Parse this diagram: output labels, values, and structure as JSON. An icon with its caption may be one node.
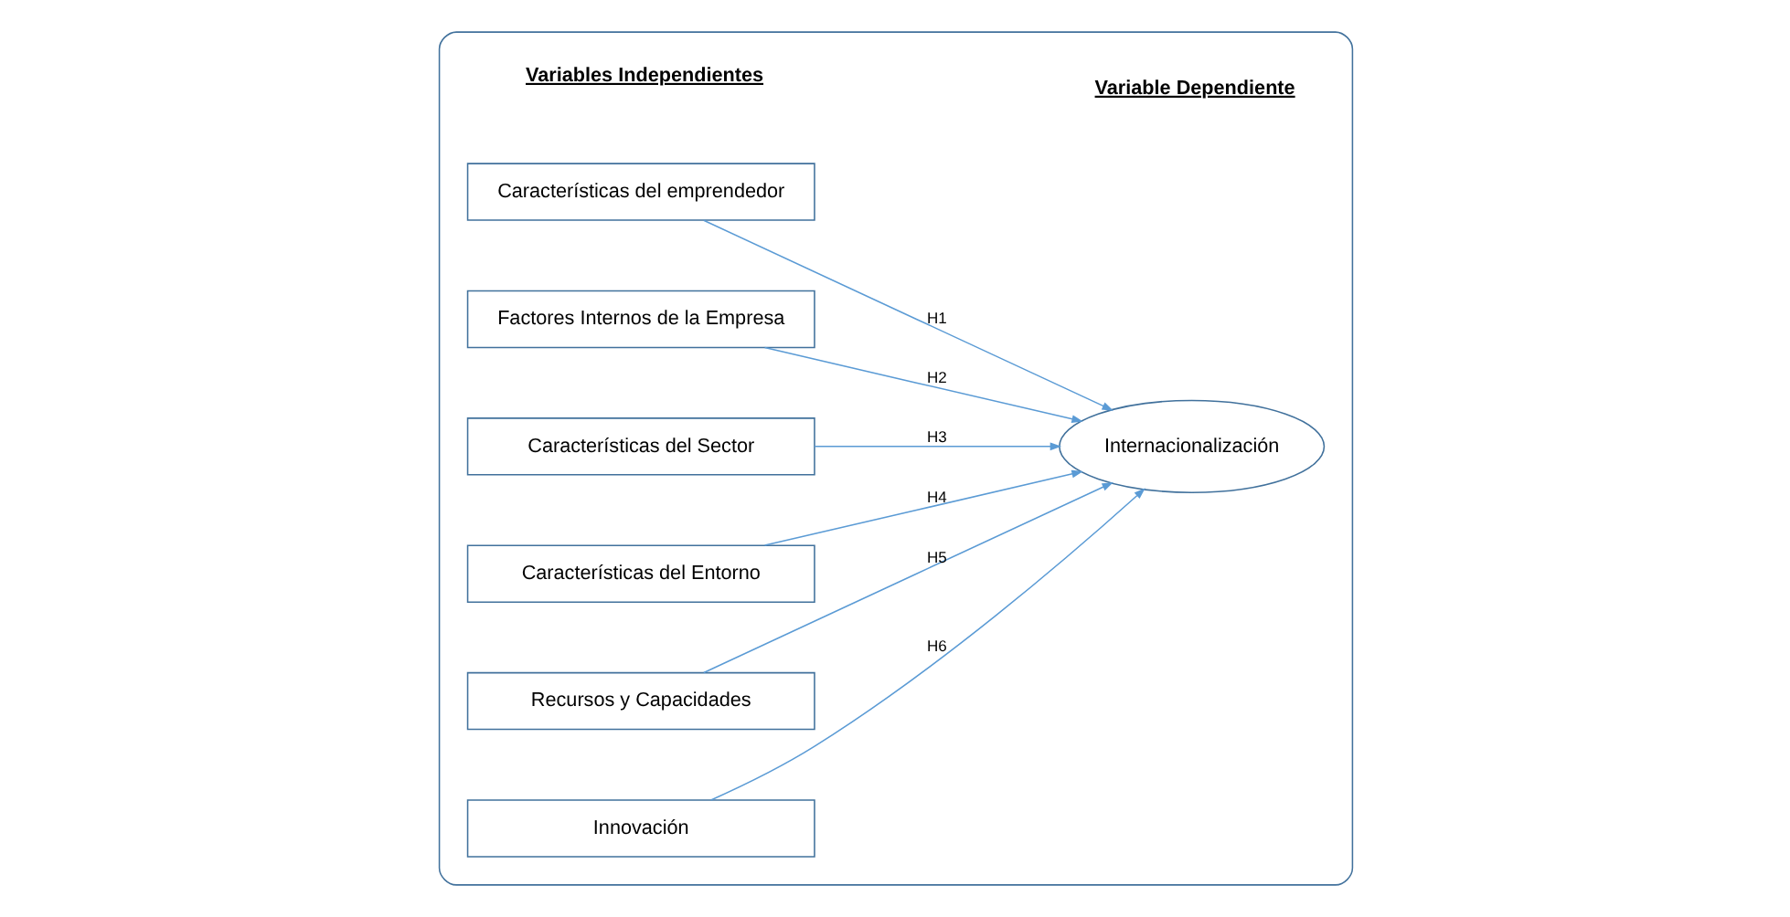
{
  "diagram": {
    "nodes": [
      {
        "text": [],
        "shape": "box"
      },
      {
        "text": [
          "Características del emprendedor"
        ],
        "in": 0
      },
      {
        "text": [
          "Factores Internos de la Empresa"
        ],
        "in": 0
      },
      {
        "text": [
          "Características del Sector"
        ],
        "in": 0
      },
      {
        "text": [
          "Características del Entorno"
        ],
        "in": 0
      },
      {
        "text": [
          "Recursos y Capacidades"
        ],
        "in": 0
      },
      {
        "text": [
          "Innovación"
        ],
        "in": 0
      },
      {
        "text": [
          "Internacionalización"
        ],
        "in": 0
      }
    ],
    "edges": [
      {
        "from": 1,
        "to": 7,
        "arrow": "to",
        "label": "H1"
      },
      {
        "from": 2,
        "to": 7,
        "arrow": "to",
        "label": "H2"
      },
      {
        "from": 3,
        "to": 7,
        "arrow": "to",
        "label": "H3"
      },
      {
        "from": 4,
        "to": 7,
        "arrow": "to",
        "label": "H4"
      },
      {
        "from": 5,
        "to": 7,
        "arrow": "to",
        "label": "H5"
      },
      {
        "from": 6,
        "to": 7,
        "arrow": "to",
        "label": "H6"
      }
    ],
    "labels": [
      "Variables Independientes",
      "Variable Dependiente"
    ]
  }
}
